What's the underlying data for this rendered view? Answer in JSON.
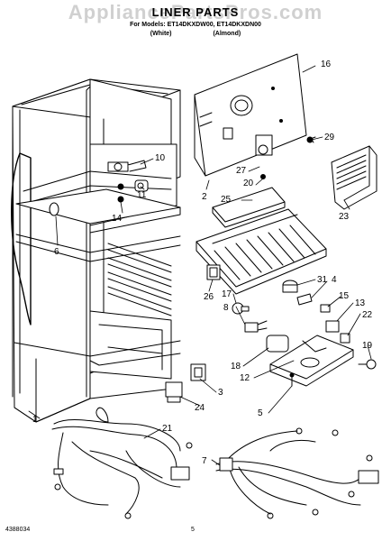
{
  "watermark": "AppliancePartsPros.com",
  "title": "LINER PARTS",
  "models": "For Models: ET14DKXDW00, ET14DKXDN00",
  "colors": [
    "(White)",
    "(Almond)"
  ],
  "document_number": "4388034",
  "page_number": "5",
  "callouts": [
    "16",
    "29",
    "10",
    "27",
    "20",
    "2",
    "11",
    "14",
    "6",
    "23",
    "25",
    "4",
    "17",
    "31",
    "15",
    "13",
    "8",
    "22",
    "26",
    "19",
    "18",
    "12",
    "3",
    "24",
    "5",
    "1",
    "21",
    "7"
  ]
}
